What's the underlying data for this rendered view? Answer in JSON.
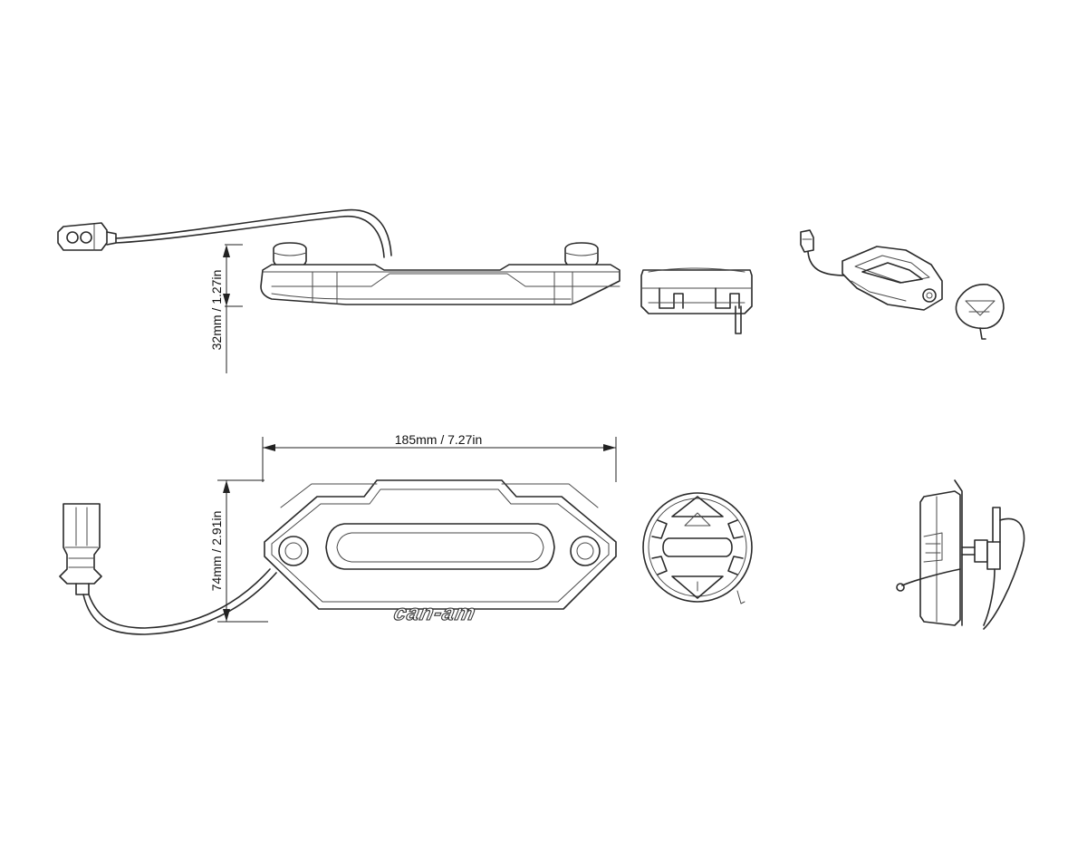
{
  "dimensions": {
    "height": "32mm / 1.27in",
    "width": "185mm / 7.27in",
    "depth": "74mm / 2.91in"
  },
  "branding": {
    "logo": "can-am"
  },
  "colors": {
    "line": "#2a2a2a",
    "background": "#ffffff"
  }
}
